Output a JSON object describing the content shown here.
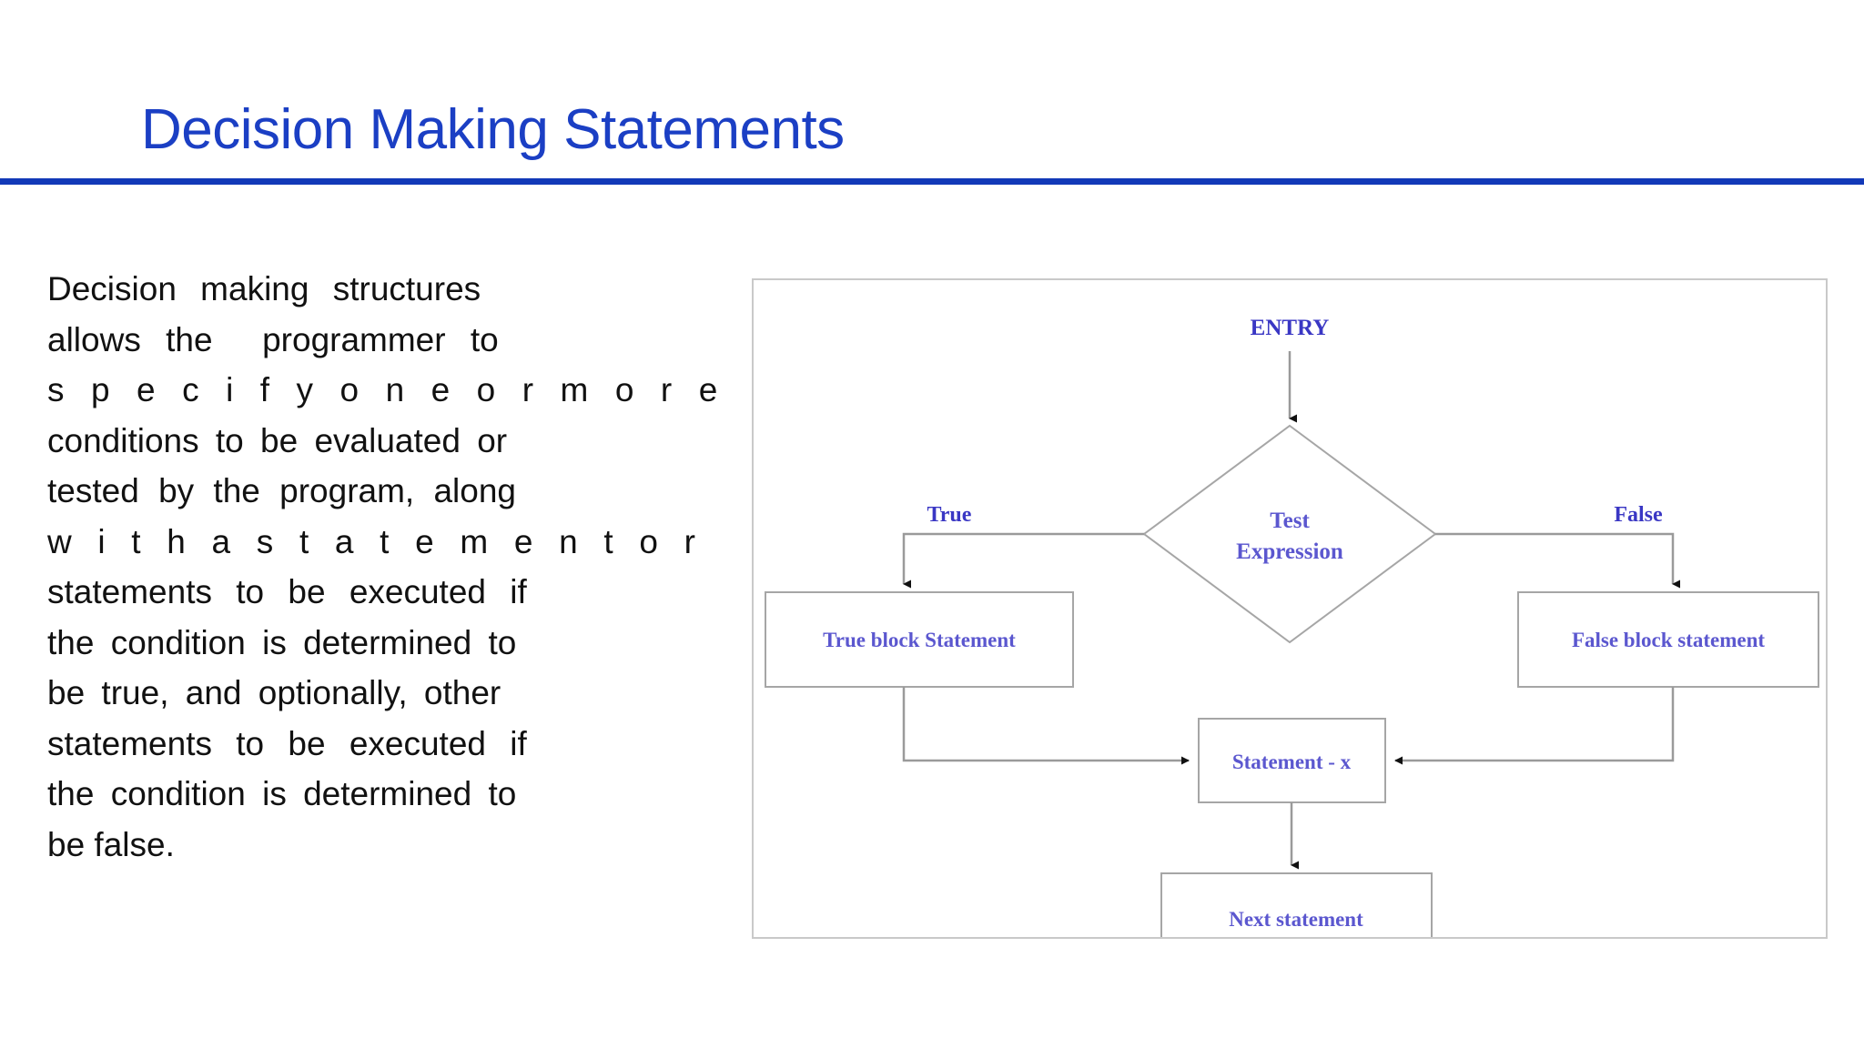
{
  "slide": {
    "title": "Decision Making Statements",
    "title_color": "#1b3fc4",
    "rule_color": "#1239b8",
    "background": "#ffffff"
  },
  "body": {
    "full_text": "Decision making structures allows the  programmer to specify one or more conditions to be evaluated or tested by the program, along with a statement or statements to be executed if the condition is determined to be true, and optionally, other statements to be executed if the condition is determined to be false.",
    "lines": [
      "Decision making structures",
      "allows the  programmer to",
      "s p e c i f y o n e o r m o r e",
      "conditions to be evaluated or",
      "tested by the program, along",
      "w i t h a s t a t e m e n t o r",
      "statements to be executed if",
      "the condition is determined to",
      "be true, and optionally, other",
      "statements to be executed if",
      "the condition is determined to",
      "be false."
    ],
    "text_color": "#111111"
  },
  "flowchart": {
    "frame_border_color": "#c9c9c9",
    "node_stroke_color": "#a6a6a6",
    "connector_color": "#9a9a9a",
    "text_color": "#5b57cf",
    "label_color": "#3a37c4",
    "entry_label": "ENTRY",
    "decision": {
      "line1": "Test",
      "line2": "Expression"
    },
    "branch_labels": {
      "true": "True",
      "false": "False"
    },
    "nodes": {
      "true_block": "True block Statement",
      "false_block": "False block statement",
      "statement_x": "Statement - x",
      "next_statement": "Next statement"
    }
  }
}
